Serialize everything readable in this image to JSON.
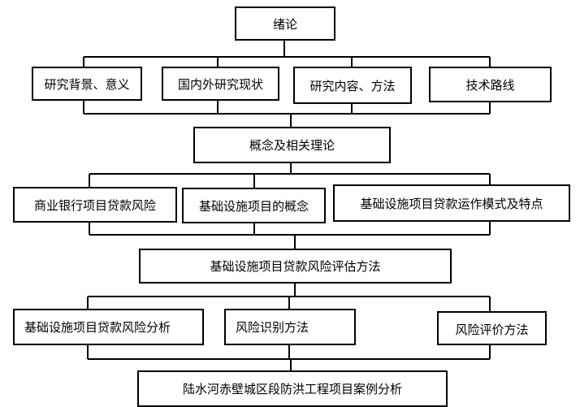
{
  "levels": {
    "intro": "绪论",
    "intro_children": [
      "研究背景、意义",
      "国内外研究现状",
      "研究内容、方法",
      "技术路线"
    ],
    "theory": "概念及相关理论",
    "theory_children": [
      "商业银行项目贷款风险",
      "基础设施项目的概念",
      "基础设施项目贷款运作模式及特点"
    ],
    "method": "基础设施项目贷款风险评估方法",
    "method_children": [
      "基础设施项目贷款风险分析",
      "风险识别方法",
      "风险评价方法"
    ],
    "case": "陆水河赤壁城区段防洪工程项目案例分析"
  }
}
